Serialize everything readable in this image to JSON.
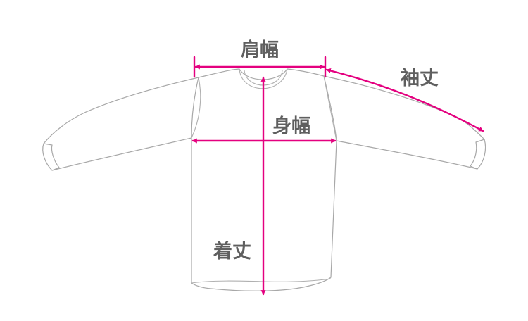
{
  "measurements": {
    "shoulder_width": "肩幅",
    "sleeve_length": "袖丈",
    "body_width": "身幅",
    "total_length": "着丈"
  },
  "colors": {
    "arrow": "#e4007f",
    "outline": "#a8a8a8",
    "label": "#5f5f5f"
  },
  "icons": {
    "garment": "long-sleeve-shirt-outline",
    "arrow": "double-headed-arrow"
  }
}
